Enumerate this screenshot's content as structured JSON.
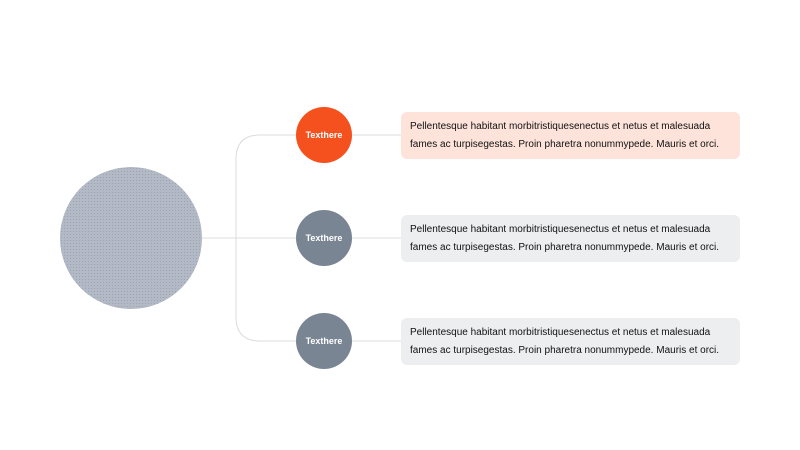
{
  "diagram": {
    "colors": {
      "accent": "#f4511e",
      "node_default": "#7a8594",
      "hub": "#b3bac6",
      "box_accent": "#fde3da",
      "box_default": "#eceeef",
      "connector": "#dcdcdc"
    },
    "branches": [
      {
        "node_label": "Texthere",
        "text": "Pellentesque habitant morbitristiquesenectus et netus et malesuada fames ac turpisegestas. Proin pharetra nonummypede. Mauris et orci.",
        "highlighted": true
      },
      {
        "node_label": "Texthere",
        "text": "Pellentesque habitant morbitristiquesenectus et netus et malesuada fames ac turpisegestas. Proin pharetra nonummypede. Mauris et orci.",
        "highlighted": false
      },
      {
        "node_label": "Texthere",
        "text": "Pellentesque habitant morbitristiquesenectus et netus et malesuada fames ac turpisegestas. Proin pharetra nonummypede. Mauris et orci.",
        "highlighted": false
      }
    ]
  }
}
